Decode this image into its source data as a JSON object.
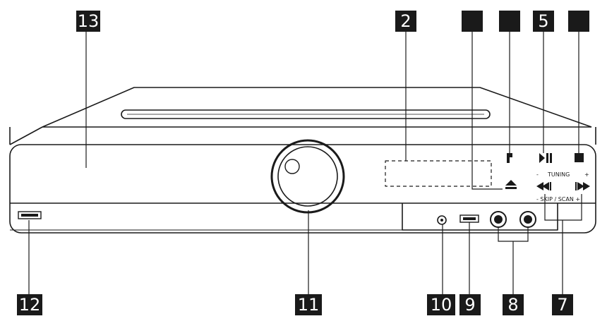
{
  "callouts": {
    "c13": "13",
    "c2": "2",
    "c_blank_a": "",
    "c_blank_b": "",
    "c5": "5",
    "c_blank_c": "",
    "c12": "12",
    "c11": "11",
    "c10": "10",
    "c9": "9",
    "c8": "8",
    "c7": "7"
  },
  "panel_labels": {
    "tuning": "TUNING",
    "tuning_minus": "-",
    "tuning_plus": "+",
    "skip_scan": "- SKIP / SCAN +"
  },
  "colors": {
    "ink": "#1a1a1a",
    "background": "#ffffff",
    "callout_fill": "#1a1a1a",
    "callout_text": "#ffffff"
  },
  "icons": [
    "eject-icon",
    "play-pause-icon",
    "stop-icon",
    "skip-back-icon",
    "skip-forward-icon",
    "volume-knob"
  ]
}
